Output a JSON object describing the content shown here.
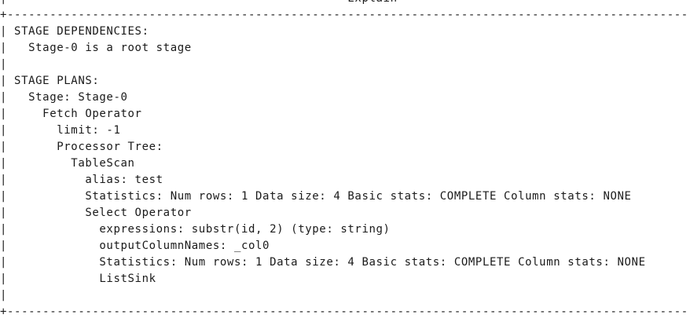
{
  "result": {
    "header": "Explain",
    "lines": [
      "|                                                Explain                                                |",
      "+-----------------------------------------------------------------------------------------------------+--+",
      "| STAGE DEPENDENCIES:                                                                                   |",
      "|   Stage-0 is a root stage                                                                             |",
      "|                                                                                                       |",
      "| STAGE PLANS:                                                                                          |",
      "|   Stage: Stage-0                                                                                      |",
      "|     Fetch Operator                                                                                    |",
      "|       limit: -1                                                                                       |",
      "|       Processor Tree:                                                                                 |",
      "|         TableScan                                                                                     |",
      "|           alias: test                                                                                 |",
      "|           Statistics: Num rows: 1 Data size: 4 Basic stats: COMPLETE Column stats: NONE             |",
      "|           Select Operator                                                                             |",
      "|             expressions: substr(id, 2) (type: string)                                                 |",
      "|             outputColumnNames: _col0                                                                  |",
      "|             Statistics: Num rows: 1 Data size: 4 Basic stats: COMPLETE Column stats: NONE           |",
      "|             ListSink                                                                                  |",
      "|                                                                                                       |",
      "+-----------------------------------------------------------------------------------------------------+--+"
    ]
  }
}
